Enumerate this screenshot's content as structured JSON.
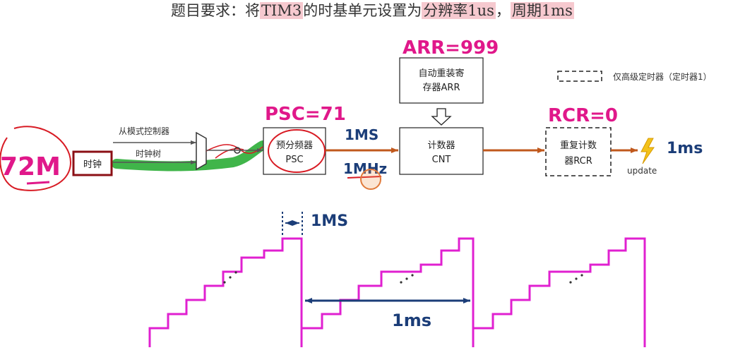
{
  "title": {
    "prefix": "题目要求：将",
    "timer": "TIM3",
    "middle": "的时基单元设置为",
    "resolution": "分辨率1us",
    "sep": "，",
    "period": "周期1ms"
  },
  "blocks": {
    "arr_line1": "自动重装寄",
    "arr_line2": "存器ARR",
    "psc_line1": "预分频器",
    "psc_line2": "PSC",
    "cnt_line1": "计数器",
    "cnt_line2": "CNT",
    "rcr_line1": "重复计数",
    "rcr_line2": "器RCR",
    "clock": "时钟",
    "slave_mode": "从模式控制器",
    "clock_tree": "时钟树",
    "update": "update",
    "legend": "仅高级定时器（定时器1）"
  },
  "annotations": {
    "arr_value": "ARR=999",
    "psc_value": "PSC=71",
    "rcr_value": "RCR=0",
    "input_freq": "72M",
    "tick_period": "1MS",
    "tick_freq": "1MHz",
    "update_period": "1ms",
    "step_width": "1MS",
    "cycle_period": "1ms"
  },
  "colors": {
    "magenta": "#e0188a",
    "blue": "#1b3d78",
    "red": "#d81b24",
    "green": "#1ea82a",
    "orange_arrow": "#c0581c",
    "highlight": "#f6c9cf"
  }
}
